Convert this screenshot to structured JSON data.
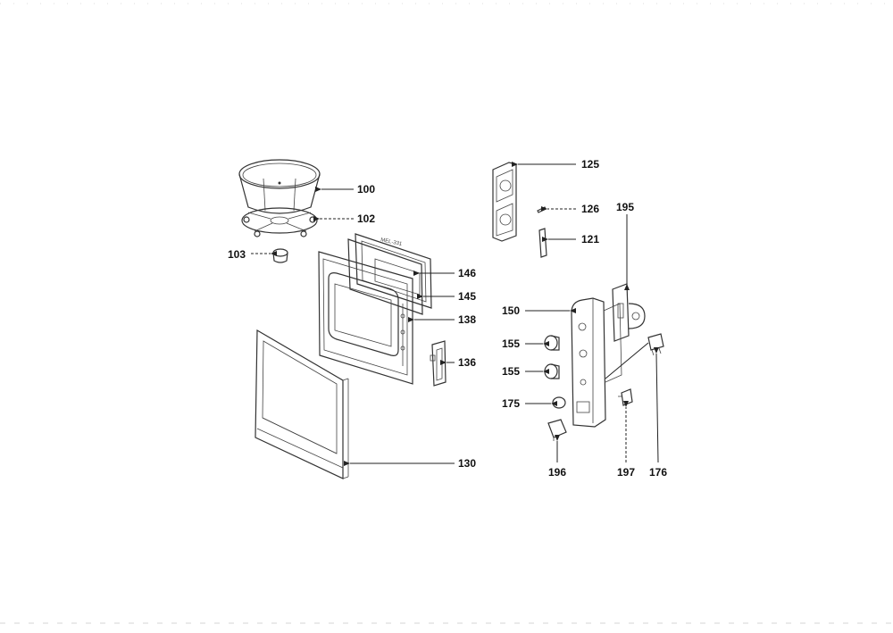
{
  "diagram": {
    "stamp_text": "MEL-331",
    "callouts": {
      "c100": "100",
      "c102": "102",
      "c103": "103",
      "c146": "146",
      "c145": "145",
      "c138": "138",
      "c136": "136",
      "c130": "130",
      "c125": "125",
      "c126": "126",
      "c121": "121",
      "c195": "195",
      "c150": "150",
      "c155a": "155",
      "c155b": "155",
      "c175": "175",
      "c196": "196",
      "c197": "197",
      "c176": "176"
    }
  }
}
